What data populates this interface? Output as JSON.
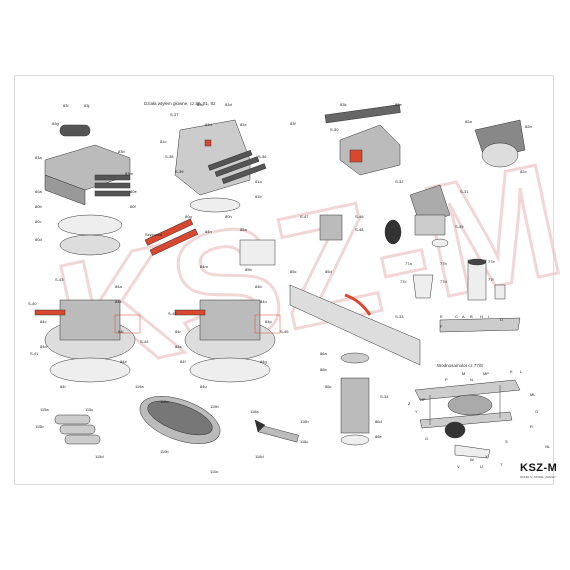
{
  "sheet": {
    "caption_turret": "Działa wtyłem główne, cz.86, 81, 82",
    "caption_plane": "Wodnosamolot cz.77/8",
    "logo": "KSZ-M",
    "logo_sub": "MODELS | MODEL | MAKET",
    "watermark_color": "#e8b4b4",
    "accent_color": "#d9472f"
  },
  "labels": [
    {
      "id": "l1",
      "text": "83l"
    },
    {
      "id": "l2",
      "text": "83j"
    },
    {
      "id": "l3",
      "text": "83g"
    },
    {
      "id": "l4",
      "text": "83a"
    },
    {
      "id": "l5",
      "text": "83b"
    },
    {
      "id": "l6",
      "text": "83m"
    },
    {
      "id": "l7",
      "text": "S-37"
    },
    {
      "id": "l8",
      "text": "S-38"
    },
    {
      "id": "l9",
      "text": "S-39"
    },
    {
      "id": "l10",
      "text": "S-36"
    },
    {
      "id": "l11",
      "text": "83c"
    },
    {
      "id": "l12",
      "text": "83d"
    },
    {
      "id": "l13",
      "text": "S-30"
    },
    {
      "id": "l14",
      "text": "83f"
    },
    {
      "id": "l15",
      "text": "83k"
    },
    {
      "id": "l16",
      "text": "83e"
    },
    {
      "id": "l17",
      "text": "S-31"
    },
    {
      "id": "l18",
      "text": "S-42"
    },
    {
      "id": "l19",
      "text": "S-40"
    },
    {
      "id": "l20",
      "text": "S-41"
    },
    {
      "id": "l21",
      "text": "S-43"
    },
    {
      "id": "l22",
      "text": "S-44"
    },
    {
      "id": "l23",
      "text": "S-45"
    },
    {
      "id": "l24",
      "text": "S-46"
    },
    {
      "id": "l25",
      "text": "84a"
    },
    {
      "id": "l26",
      "text": "84b"
    },
    {
      "id": "l27",
      "text": "84c"
    },
    {
      "id": "l28",
      "text": "84d"
    },
    {
      "id": "l29",
      "text": "84e"
    },
    {
      "id": "l30",
      "text": "84f"
    },
    {
      "id": "l31",
      "text": "84g"
    },
    {
      "id": "l32",
      "text": "84h"
    },
    {
      "id": "l33",
      "text": "84m"
    },
    {
      "id": "l34",
      "text": "Szyjówka"
    },
    {
      "id": "l35",
      "text": "S-33"
    },
    {
      "id": "l36",
      "text": "S-34"
    },
    {
      "id": "l37",
      "text": "86a"
    },
    {
      "id": "l38",
      "text": "86b"
    },
    {
      "id": "l39",
      "text": "86c"
    },
    {
      "id": "l40",
      "text": "86d"
    },
    {
      "id": "l41",
      "text": "86e"
    },
    {
      "id": "l42",
      "text": "77a"
    },
    {
      "id": "l43",
      "text": "77b"
    },
    {
      "id": "l44",
      "text": "77c"
    },
    {
      "id": "l45",
      "text": "77d"
    },
    {
      "id": "l46",
      "text": "77e"
    },
    {
      "id": "l47",
      "text": "77f"
    },
    {
      "id": "l48",
      "text": "115a"
    },
    {
      "id": "l49",
      "text": "115b"
    },
    {
      "id": "l50",
      "text": "115c"
    },
    {
      "id": "l51",
      "text": "115d"
    },
    {
      "id": "l52",
      "text": "110a"
    },
    {
      "id": "l53",
      "text": "110b"
    },
    {
      "id": "l54",
      "text": "110c"
    },
    {
      "id": "l55",
      "text": "E"
    },
    {
      "id": "l56",
      "text": "F"
    },
    {
      "id": "l57",
      "text": "C"
    },
    {
      "id": "l58",
      "text": "A"
    },
    {
      "id": "l59",
      "text": "B"
    },
    {
      "id": "l60",
      "text": "I"
    },
    {
      "id": "l61",
      "text": "H"
    },
    {
      "id": "l62",
      "text": "D"
    },
    {
      "id": "l63",
      "text": "ML"
    },
    {
      "id": "l64",
      "text": "MP"
    },
    {
      "id": "l65",
      "text": "NL"
    },
    {
      "id": "l66",
      "text": "NP"
    },
    {
      "id": "l67",
      "text": "K"
    },
    {
      "id": "l68",
      "text": "L"
    },
    {
      "id": "l69",
      "text": "G"
    },
    {
      "id": "l70",
      "text": "R"
    },
    {
      "id": "l71",
      "text": "V"
    },
    {
      "id": "l72",
      "text": "U"
    },
    {
      "id": "l73",
      "text": "T"
    },
    {
      "id": "l74",
      "text": "S"
    },
    {
      "id": "l75",
      "text": "Y"
    },
    {
      "id": "l76",
      "text": "Z"
    },
    {
      "id": "l77",
      "text": "O"
    },
    {
      "id": "l78",
      "text": "P"
    },
    {
      "id": "l79",
      "text": "N"
    },
    {
      "id": "l80",
      "text": "M"
    },
    {
      "id": "l81",
      "text": "W"
    },
    {
      "id": "l82",
      "text": "X"
    },
    {
      "id": "l83",
      "text": "84k"
    },
    {
      "id": "l84",
      "text": "84l"
    },
    {
      "id": "l85",
      "text": "84n"
    },
    {
      "id": "l86",
      "text": "84p"
    },
    {
      "id": "l87",
      "text": "84r"
    },
    {
      "id": "l88",
      "text": "84s"
    },
    {
      "id": "l89",
      "text": "84t"
    },
    {
      "id": "l90",
      "text": "84u"
    },
    {
      "id": "l91",
      "text": "80a"
    },
    {
      "id": "l92",
      "text": "80b"
    },
    {
      "id": "l93",
      "text": "80c"
    },
    {
      "id": "l94",
      "text": "80d"
    },
    {
      "id": "l95",
      "text": "80e"
    },
    {
      "id": "l96",
      "text": "80f"
    },
    {
      "id": "l97",
      "text": "80g"
    },
    {
      "id": "l98",
      "text": "80h"
    },
    {
      "id": "l99",
      "text": "81a"
    },
    {
      "id": "l100",
      "text": "81b"
    },
    {
      "id": "l101",
      "text": "81c"
    },
    {
      "id": "l102",
      "text": "81d"
    },
    {
      "id": "l103",
      "text": "81e"
    },
    {
      "id": "l104",
      "text": "82a"
    },
    {
      "id": "l105",
      "text": "82b"
    },
    {
      "id": "l106",
      "text": "82c"
    },
    {
      "id": "l107",
      "text": "S-35"
    },
    {
      "id": "l108",
      "text": "S-32"
    },
    {
      "id": "l109",
      "text": "S-47"
    },
    {
      "id": "l110",
      "text": "S-48"
    },
    {
      "id": "l111",
      "text": "85a"
    },
    {
      "id": "l112",
      "text": "85b"
    },
    {
      "id": "l113",
      "text": "85c"
    },
    {
      "id": "l114",
      "text": "85d"
    },
    {
      "id": "l115",
      "text": "116a"
    },
    {
      "id": "l116",
      "text": "116b"
    },
    {
      "id": "l117",
      "text": "116c"
    },
    {
      "id": "l118",
      "text": "116d"
    },
    {
      "id": "l119",
      "text": "119a"
    },
    {
      "id": "l120",
      "text": "119b"
    }
  ]
}
